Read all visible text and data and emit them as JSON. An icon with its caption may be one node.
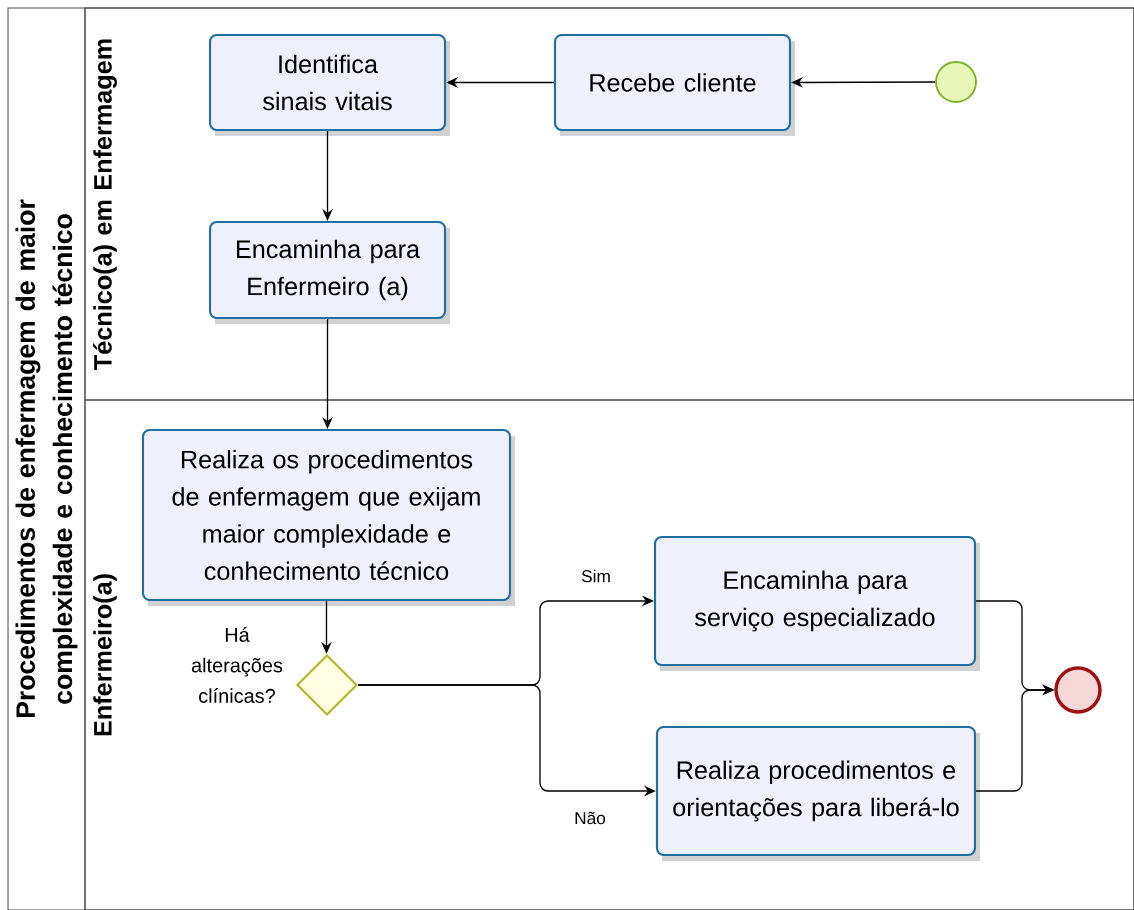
{
  "diagram": {
    "nodes": [
      {
        "text": [
          "Procedimentos de enfermagem de maior complexidade e conhecimento técnico"
        ]
      },
      {
        "text": [
          "Técnico(a) em Enfermagem"
        ],
        "in": 0
      },
      {
        "text": [
          "Enfermeiro(a)"
        ],
        "in": 0
      },
      {
        "text": [],
        "shape": "circle",
        "in": 1
      },
      {
        "text": [
          "Recebe cliente"
        ],
        "in": 1
      },
      {
        "text": [
          "Identifica sinais vitais"
        ],
        "in": 1
      },
      {
        "text": [
          "Encaminha para Enfermeiro (a)"
        ],
        "in": 1
      },
      {
        "text": [
          "Realiza os procedimentos de enfermagem que exijam maior complexidade e conhecimento técnico"
        ],
        "in": 2
      },
      {
        "text": [],
        "shape": "diamond",
        "in": 2,
        "beside": [
          "Há alterações clínicas?"
        ]
      },
      {
        "text": [
          "Encaminha para serviço especializado"
        ],
        "in": 2
      },
      {
        "text": [
          "Realiza procedimentos e orientações para liberá-lo"
        ],
        "in": 2
      },
      {
        "text": [],
        "shape": "circle",
        "in": 2
      }
    ],
    "edges": [
      {
        "from": 3,
        "to": 4,
        "arrow": "to"
      },
      {
        "from": 4,
        "to": 5,
        "arrow": "to"
      },
      {
        "from": 5,
        "to": 6,
        "arrow": "to"
      },
      {
        "from": 6,
        "to": 7,
        "arrow": "to"
      },
      {
        "from": 7,
        "to": 8,
        "arrow": "to"
      },
      {
        "from": 8,
        "to": 9,
        "arrow": "to",
        "label": "Sim"
      },
      {
        "from": 8,
        "to": 10,
        "arrow": "to",
        "label": "Não"
      },
      {
        "from": 9,
        "to": 11,
        "arrow": "to"
      },
      {
        "from": 10,
        "to": 11,
        "arrow": "to"
      }
    ]
  }
}
